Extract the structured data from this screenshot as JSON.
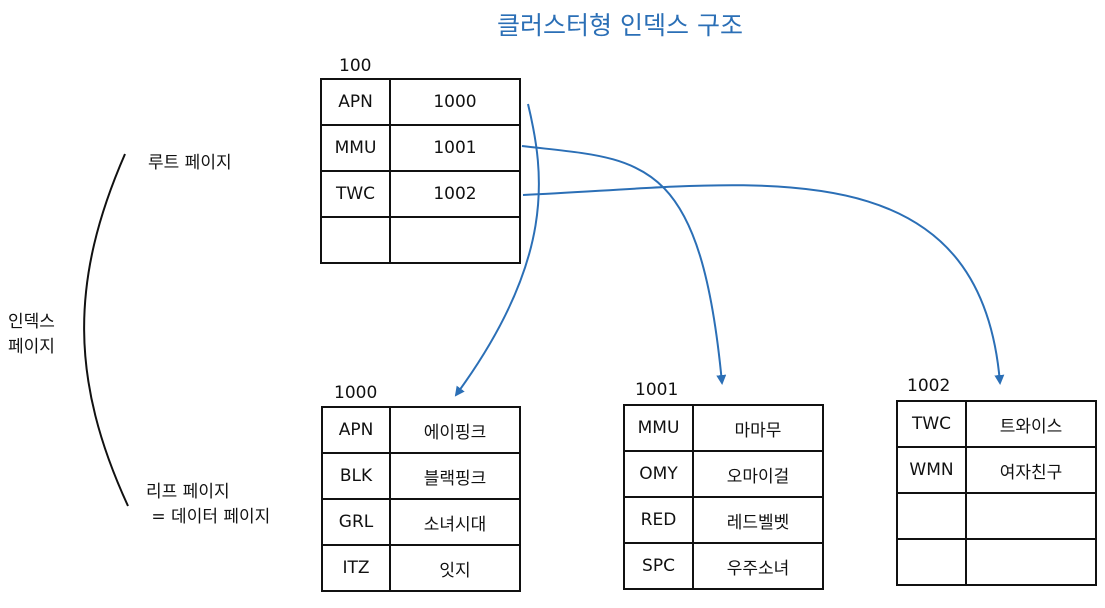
{
  "title": "클러스터형 인덱스 구조",
  "labels": {
    "root_page": "루트 페이지",
    "index_page": [
      "인덱스",
      "페이지"
    ],
    "leaf_page": [
      "리프 페이지",
      " = 데이터 페이지"
    ]
  },
  "root": {
    "id": "100",
    "rows": [
      {
        "key": "APN",
        "page": "1000"
      },
      {
        "key": "MMU",
        "page": "1001"
      },
      {
        "key": "TWC",
        "page": "1002"
      },
      {
        "key": "",
        "page": ""
      }
    ]
  },
  "leaves": [
    {
      "id": "1000",
      "rows": [
        {
          "key": "APN",
          "value": "에이핑크"
        },
        {
          "key": "BLK",
          "value": "블랙핑크"
        },
        {
          "key": "GRL",
          "value": "소녀시대"
        },
        {
          "key": "ITZ",
          "value": "잇지"
        }
      ]
    },
    {
      "id": "1001",
      "rows": [
        {
          "key": "MMU",
          "value": "마마무"
        },
        {
          "key": "OMY",
          "value": "오마이걸"
        },
        {
          "key": "RED",
          "value": "레드벨벳"
        },
        {
          "key": "SPC",
          "value": "우주소녀"
        }
      ]
    },
    {
      "id": "1002",
      "rows": [
        {
          "key": "TWC",
          "value": "트와이스"
        },
        {
          "key": "WMN",
          "value": "여자친구"
        },
        {
          "key": "",
          "value": ""
        },
        {
          "key": "",
          "value": ""
        }
      ]
    }
  ],
  "colors": {
    "accent": "#2b6fb6",
    "ink": "#111111"
  }
}
